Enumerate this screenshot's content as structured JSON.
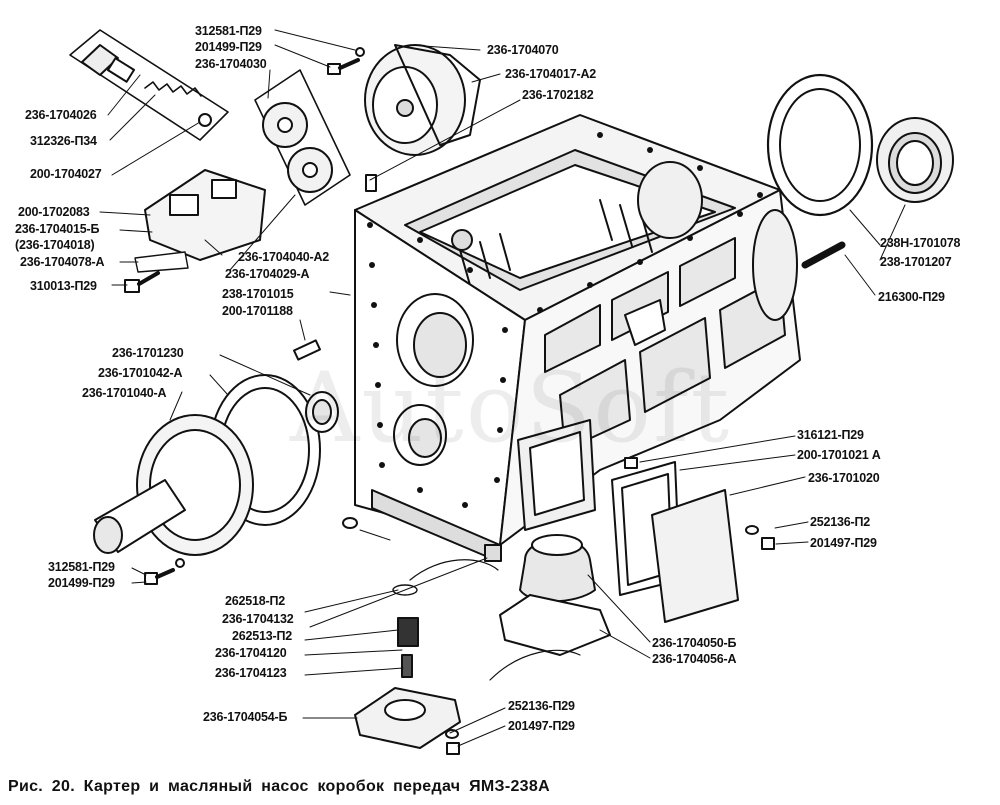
{
  "caption": "Рис. 20. Картер и масляный насос коробок передач ЯМЗ-238А",
  "watermark": "AutoSoft",
  "labels": {
    "p312581_top": "312581-П29",
    "p201499_top": "201499-П29",
    "p236_1704030": "236-1704030",
    "p236_1704026": "236-1704026",
    "p312326": "312326-П34",
    "p200_1704027": "200-1704027",
    "p200_1702083": "200-1702083",
    "p236_1704015": "236-1704015-Б",
    "p236_1704018": "(236-1704018)",
    "p236_1704078": "236-1704078-А",
    "p310013": "310013-П29",
    "p236_1704070": "236-1704070",
    "p236_1704017": "236-1704017-А2",
    "p236_1702182": "236-1702182",
    "p236_1704040": "236-1704040-А2",
    "p236_1704029": "236-1704029-А",
    "p238_1701015": "238-1701015",
    "p200_1701188": "200-1701188",
    "p238H_1701078": "238Н-1701078",
    "p238_1701207": "238-1701207",
    "p216300": "216300-П29",
    "p236_1701230": "236-1701230",
    "p236_1701042": "236-1701042-А",
    "p236_1701040": "236-1701040-А",
    "p316121": "316121-П29",
    "p200_1701021": "200-1701021 А",
    "p236_1701020": "236-1701020",
    "p252136_P2": "252136-П2",
    "p201497_mid": "201497-П29",
    "p312581_bot": "312581-П29",
    "p201499_bot": "201499-П29",
    "p262518": "262518-П2",
    "p236_1704132": "236-1704132",
    "p262513": "262513-П2",
    "p236_1704120": "236-1704120",
    "p236_1704123": "236-1704123",
    "p236_1704050": "236-1704050-Б",
    "p236_1704056": "236-1704056-А",
    "p236_1704054": "236-1704054-Б",
    "p252136_P29": "252136-П29",
    "p201497_bot": "201497-П29"
  }
}
